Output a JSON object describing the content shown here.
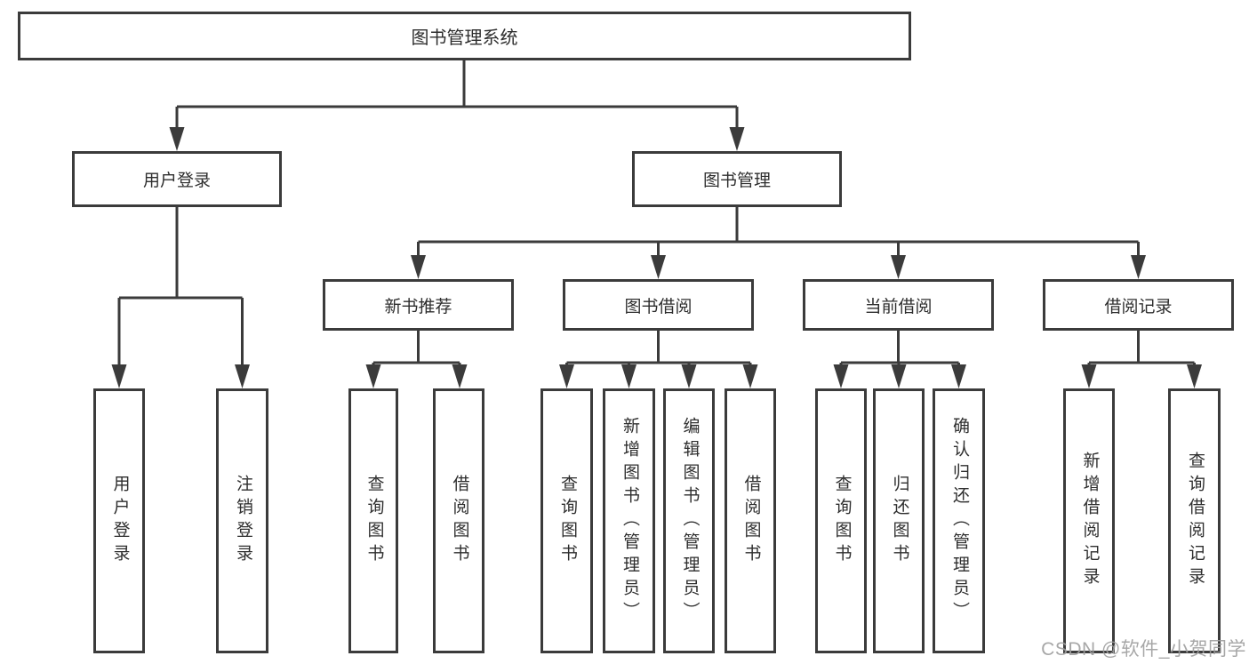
{
  "colors": {
    "line": "#3b3b3b",
    "box_border": "#3b3b3b",
    "box_fill": "#ffffff",
    "text": "#2e2e2e",
    "watermark": "#9e9e9e"
  },
  "nodes": {
    "root": "图书管理系统",
    "level2": [
      "用户登录",
      "图书管理"
    ],
    "level3": [
      "新书推荐",
      "图书借阅",
      "当前借阅",
      "借阅记录"
    ],
    "user_login_children": [
      "用户登录",
      "注销登录"
    ],
    "new_book_children": [
      "查询图书",
      "借阅图书"
    ],
    "book_borrow_children": [
      "查询图书",
      "新增图书（管理员）",
      "编辑图书（管理员）",
      "借阅图书"
    ],
    "current_borrow_children": [
      "查询图书",
      "归还图书",
      "确认归还（管理员）"
    ],
    "borrow_record_children": [
      "新增借阅记录",
      "查询借阅记录"
    ]
  },
  "watermark": "CSDN @软件_小贺同学"
}
